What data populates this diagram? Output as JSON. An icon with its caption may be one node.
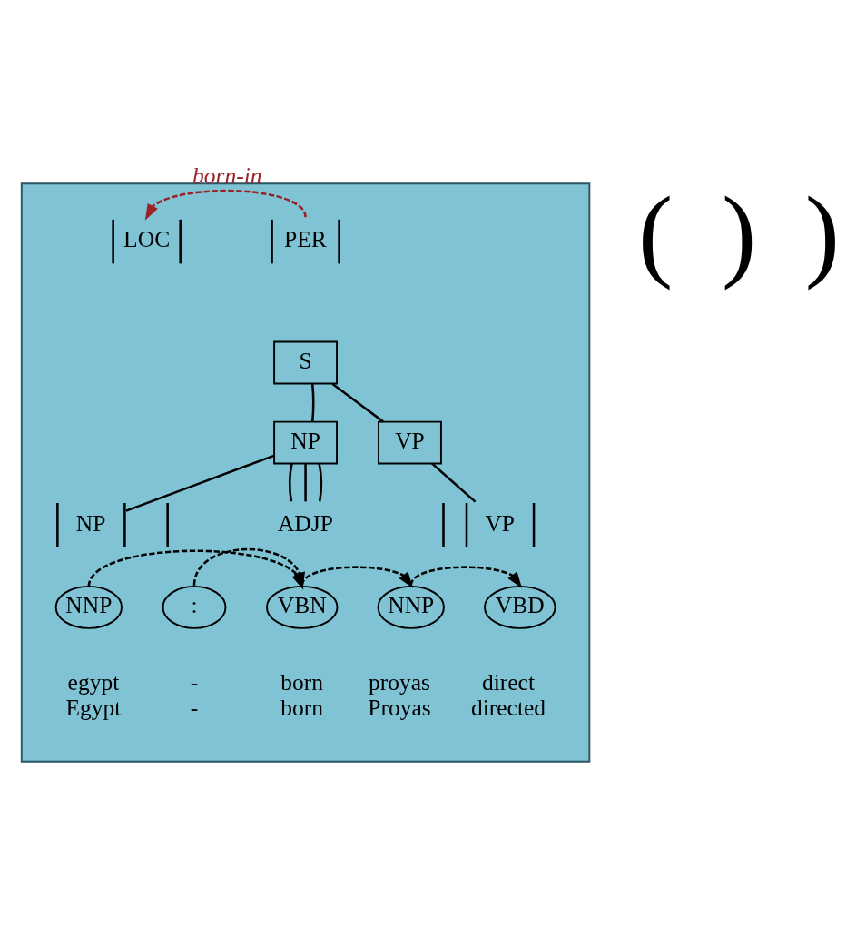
{
  "diagram": {
    "nodes": [
      {
        "text": [],
        "shape": "box"
      },
      {
        "text": [
          "LOC"
        ],
        "in": 0
      },
      {
        "text": [
          "PER"
        ],
        "in": 0
      },
      {
        "text": [
          "S"
        ],
        "in": 0
      },
      {
        "text": [
          "NP"
        ],
        "in": 0
      },
      {
        "text": [
          "VP"
        ],
        "in": 0
      },
      {
        "text": [
          "ADJP"
        ],
        "in": 0
      },
      {
        "text": [
          "NP"
        ],
        "in": 0
      },
      {
        "text": [
          "VP"
        ],
        "in": 0
      },
      {
        "text": [
          "NNP"
        ],
        "in": 0,
        "beside": [
          "egypt",
          "Egypt"
        ]
      },
      {
        "text": [
          ":"
        ],
        "in": 0,
        "beside": [
          "-",
          "-"
        ]
      },
      {
        "text": [
          "VBN"
        ],
        "in": 0,
        "beside": [
          "born",
          "born"
        ]
      },
      {
        "text": [
          "NNP"
        ],
        "in": 0,
        "beside": [
          "proyas",
          "Proyas"
        ]
      },
      {
        "text": [
          "VBD"
        ],
        "in": 0,
        "beside": [
          "direct",
          "directed"
        ]
      }
    ],
    "edges": [
      {
        "from": 2,
        "to": 1,
        "arrow": "to",
        "label": "born-in",
        "style": "dashed",
        "color": "#9b2226"
      },
      {
        "from": 3,
        "to": 4,
        "arrow": "none"
      },
      {
        "from": 3,
        "to": 5,
        "arrow": "none"
      },
      {
        "from": 4,
        "to": 6,
        "arrow": "none"
      },
      {
        "from": 4,
        "to": 6,
        "arrow": "none"
      },
      {
        "from": 4,
        "to": 6,
        "arrow": "none"
      },
      {
        "from": 4,
        "to": 7,
        "arrow": "none"
      },
      {
        "from": 5,
        "to": 8,
        "arrow": "none"
      },
      {
        "from": 9,
        "to": 11,
        "arrow": "to",
        "style": "dashed"
      },
      {
        "from": 10,
        "to": 11,
        "arrow": "to",
        "style": "dashed"
      },
      {
        "from": 11,
        "to": 12,
        "arrow": "to",
        "style": "dashed"
      },
      {
        "from": 12,
        "to": 13,
        "arrow": "to",
        "style": "dashed"
      }
    ],
    "labels": [
      "(",
      ")",
      ")"
    ]
  }
}
